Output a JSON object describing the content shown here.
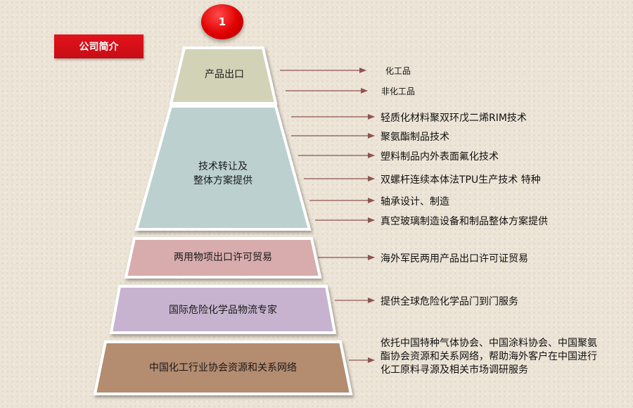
{
  "badge": {
    "number": "1"
  },
  "section_tag": {
    "label": "公司简介"
  },
  "colors": {
    "level_1": "#d2d3b6",
    "level_2": "#bcd0d0",
    "level_3": "#d8acac",
    "level_4": "#c7b3cf",
    "level_5": "#b48c6f",
    "arrow": "#8e5454",
    "accent": "#e00000"
  },
  "levels": [
    {
      "label": "产品出口",
      "items": [
        "化工品",
        "非化工品"
      ]
    },
    {
      "label_lines": [
        "技术转让及",
        "整体方案提供"
      ],
      "items": [
        "轻质化材料聚双环戊二烯RIM技术",
        "聚氨酯制品技术",
        "塑料制品内外表面氟化技术",
        "双螺杆连续本体法TPU生产技术 特种",
        "轴承设计、制造",
        "真空玻璃制造设备和制品整体方案提供"
      ]
    },
    {
      "label": "两用物项出口许可贸易",
      "items": [
        "海外军民两用产品出口许可证贸易"
      ]
    },
    {
      "label": "国际危险化学品物流专家",
      "items": [
        "提供全球危险化学品门到门服务"
      ]
    },
    {
      "label": "中国化工行业协会资源和关系网络",
      "items": [
        "依托中国特种气体协会、中国涂料协会、中国聚氨酯协会资源和关系网络，帮助海外客户在中国进行化工原料寻源及相关市场调研服务"
      ]
    }
  ]
}
